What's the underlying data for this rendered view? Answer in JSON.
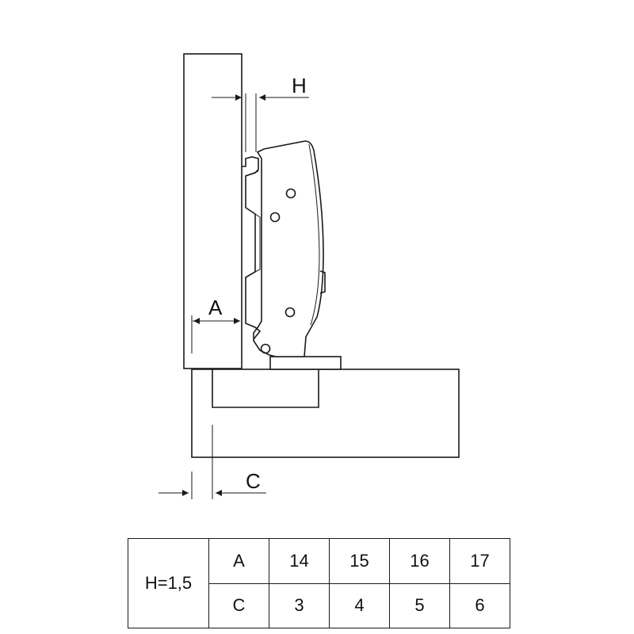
{
  "labels": {
    "h": "H",
    "a": "A",
    "c": "C"
  },
  "table": {
    "h_value": "H=1,5",
    "rows": [
      {
        "name": "A",
        "values": [
          "14",
          "15",
          "16",
          "17"
        ]
      },
      {
        "name": "C",
        "values": [
          "3",
          "4",
          "5",
          "6"
        ]
      }
    ]
  }
}
